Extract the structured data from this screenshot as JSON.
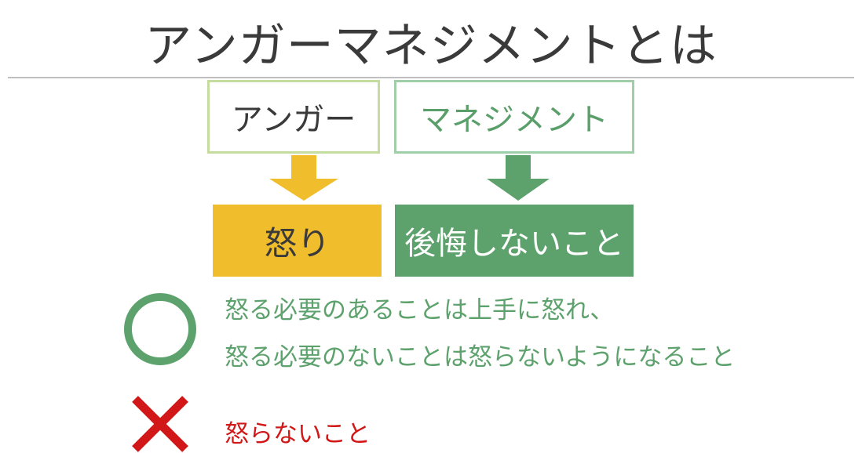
{
  "title": "アンガーマネジメントとは",
  "top_boxes": {
    "anger": "アンガー",
    "management": "マネジメント"
  },
  "bottom_boxes": {
    "anger_meaning": "怒り",
    "management_meaning": "後悔しないこと"
  },
  "good": {
    "symbol": "circle-icon",
    "line1": "怒る必要のあることは上手に怒れ、",
    "line2": "怒る必要のないことは怒らないようになること"
  },
  "bad": {
    "symbol": "cross-icon",
    "text": "怒らないこと"
  },
  "colors": {
    "yellow": "#f0bd2c",
    "green": "#5da26c",
    "red": "#d11717",
    "light_green_border": "#c5dc9f",
    "mint_border": "#9fcfa8"
  }
}
